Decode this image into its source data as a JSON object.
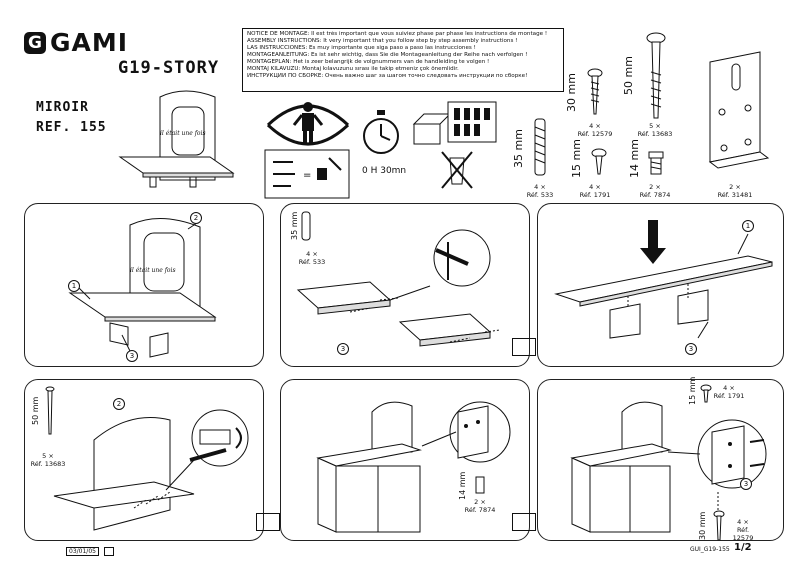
{
  "brand": {
    "logo_letter": "G",
    "name": "GAMI"
  },
  "product": {
    "name": "G19-STORY",
    "model": "MIROIR",
    "ref": "REF. 155"
  },
  "notice_lines": [
    "NOTICE DE MONTAGE: Il est très important que vous suiviez phase par phase les instructions de montage !",
    "ASSEMBLY INSTRUCTIONS: It very important that you follow step by step assembly instructions !",
    "LAS INSTRUCCIONES: Es muy importante que siga paso a paso las instrucciones !",
    "MONTAGEANLEITUNG: Es ist sehr wichtig, dass Sie die Montageanleitung der Reihe nach verfolgen !",
    "MONTAGEPLAN: Het is zeer belangrijk de volgnummers van de handleiding te volgen !",
    "MONTAJ KILAVUZU: Montaj kılavuzunu sırası ile takip etmeniz çok önemlidir.",
    "ИНСТРУКЦИИ ПО СБОРКЕ: Очень важно шаг за шагом точно следовать инструкции по сборке!"
  ],
  "time": "0 H 30mn",
  "mirror_text": "il était une fois",
  "parts": [
    {
      "dim": "35 mm",
      "qty": "4 ×",
      "ref": "Réf. 533"
    },
    {
      "dim": "30 mm",
      "qty": "4 ×",
      "ref": "Réf. 12579"
    },
    {
      "dim": "15 mm",
      "qty": "4 ×",
      "ref": "Réf. 1791"
    },
    {
      "dim": "50 mm",
      "qty": "5 ×",
      "ref": "Réf. 13683"
    },
    {
      "dim": "14 mm",
      "qty": "2 ×",
      "ref": "Réf. 7874"
    },
    {
      "dim": "",
      "qty": "2 ×",
      "ref": "Réf. 31481"
    }
  ],
  "steps": {
    "s1": {
      "c1": "1",
      "c2": "2",
      "c3": "3"
    },
    "s2": {
      "dim": "35 mm",
      "qty": "4 ×",
      "ref": "Réf. 533",
      "c3": "3"
    },
    "s3": {
      "c1": "1",
      "c3": "3"
    },
    "s4": {
      "dim": "50 mm",
      "qty": "5 ×",
      "ref": "Réf. 13683",
      "c2": "2"
    },
    "s5": {
      "dim": "14 mm",
      "qty": "2 ×",
      "ref": "Réf. 7874"
    },
    "s6": {
      "dim_a": "15 mm",
      "qty_a": "4 ×",
      "ref_a": "Réf. 1791",
      "dim_b": "30 mm",
      "qty_b": "4 ×",
      "ref_b": "Réf. 12579",
      "c3": "3"
    }
  },
  "footer": {
    "date": "03/01/05",
    "code": "GUI_G19-155",
    "page": "1/2"
  }
}
